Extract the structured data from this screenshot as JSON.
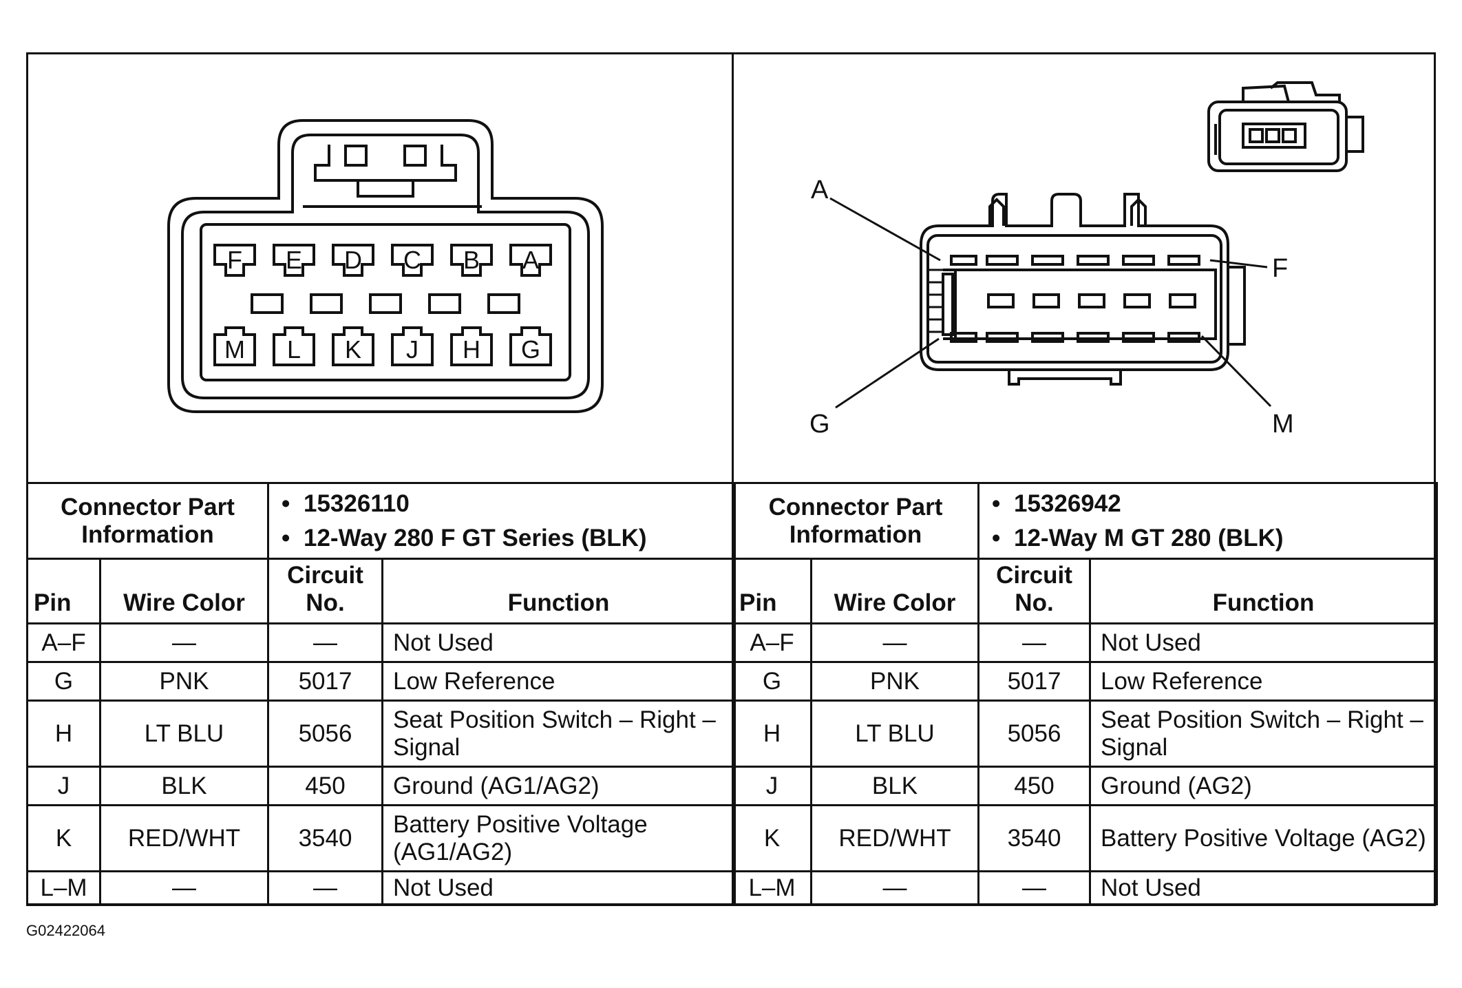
{
  "left_panel": {
    "pin_letters_top": [
      "F",
      "E",
      "D",
      "C",
      "B",
      "A"
    ],
    "pin_letters_bottom": [
      "M",
      "L",
      "K",
      "J",
      "H",
      "G"
    ],
    "info_label": "Connector Part Information",
    "part_number": "15326110",
    "description": "12-Way 280 F GT Series (BLK)",
    "headers": {
      "pin": "Pin",
      "wire_color": "Wire Color",
      "circuit": "Circuit No.",
      "function": "Function"
    },
    "rows": [
      {
        "pin": "A–F",
        "wire": "—",
        "circuit": "—",
        "function": "Not Used"
      },
      {
        "pin": "G",
        "wire": "PNK",
        "circuit": "5017",
        "function": "Low Reference"
      },
      {
        "pin": "H",
        "wire": "LT BLU",
        "circuit": "5056",
        "function": "Seat Position Switch – Right – Signal"
      },
      {
        "pin": "J",
        "wire": "BLK",
        "circuit": "450",
        "function": "Ground (AG1/AG2)"
      },
      {
        "pin": "K",
        "wire": "RED/WHT",
        "circuit": "3540",
        "function": "Battery Positive Voltage (AG1/AG2)"
      },
      {
        "pin": "L–M",
        "wire": "—",
        "circuit": "—",
        "function": "Not Used"
      }
    ]
  },
  "right_panel": {
    "callouts": {
      "a": "A",
      "f": "F",
      "g": "G",
      "m": "M"
    },
    "info_label": "Connector Part Information",
    "part_number": "15326942",
    "description": "12-Way M GT 280 (BLK)",
    "headers": {
      "pin": "Pin",
      "wire_color": "Wire Color",
      "circuit": "Circuit No.",
      "function": "Function"
    },
    "rows": [
      {
        "pin": "A–F",
        "wire": "—",
        "circuit": "—",
        "function": "Not Used"
      },
      {
        "pin": "G",
        "wire": "PNK",
        "circuit": "5017",
        "function": "Low Reference"
      },
      {
        "pin": "H",
        "wire": "LT BLU",
        "circuit": "5056",
        "function": "Seat Position Switch – Right – Signal"
      },
      {
        "pin": "J",
        "wire": "BLK",
        "circuit": "450",
        "function": "Ground (AG2)"
      },
      {
        "pin": "K",
        "wire": "RED/WHT",
        "circuit": "3540",
        "function": "Battery Positive Voltage (AG2)"
      },
      {
        "pin": "L–M",
        "wire": "—",
        "circuit": "—",
        "function": "Not Used"
      }
    ]
  },
  "figure_id": "G02422064"
}
